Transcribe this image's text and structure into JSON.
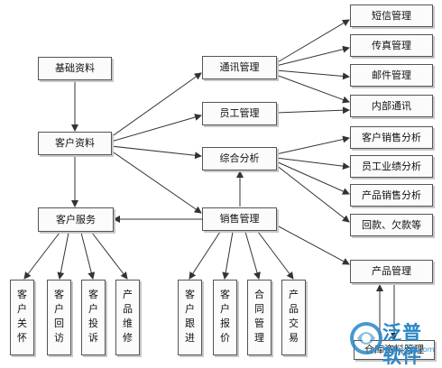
{
  "nodes": {
    "jichu_ziliao": "基础资料",
    "kehu_ziliao": "客户资料",
    "kehu_fuwu": "客户服务",
    "tongxun_guanli": "通讯管理",
    "yuangong_guanli": "员工管理",
    "zonghe_fenxi": "综合分析",
    "xiaoshou_guanli": "销售管理",
    "duanxin_guanli": "短信管理",
    "chuanzhen_guanli": "传真管理",
    "youjian_guanli": "邮件管理",
    "neibu_tongxun": "内部通讯",
    "kehu_xiaoshou_fenxi": "客户销售分析",
    "yuangong_yeji_fenxi": "员工业绩分析",
    "chanpin_xiaoshou_fenxi": "产品销售分析",
    "huikuan_qiankuan": "回款、欠款等",
    "chanpin_guanli": "产品管理",
    "kehu_guanhuai": "客户关怀",
    "kehu_huifang": "客户回访",
    "kehu_tousu": "客户投诉",
    "chanpin_weixiu": "产品维修",
    "kehu_genjin": "客户跟进",
    "kehu_baojia": "客户报价",
    "hetong_guanli": "合同管理",
    "chanpin_jiaoyi": "产品交易",
    "cangku_ziliao_guanli": "仓库资料管理"
  },
  "watermark": {
    "brand": "泛普软件",
    "url": "fanpusoft.com"
  },
  "colors": {
    "line": "#333333",
    "box_border": "#555555",
    "shadow": "#c8c8c8",
    "watermark_blue": "#2a86c7"
  }
}
